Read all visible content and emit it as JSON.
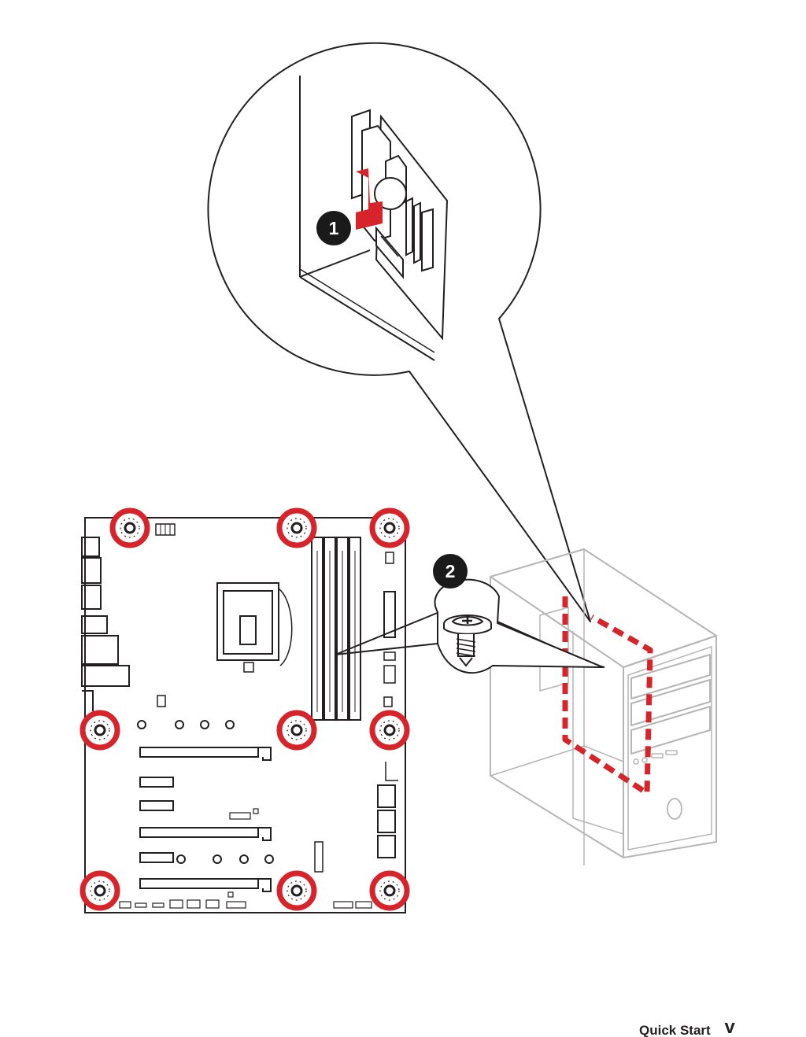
{
  "steps": [
    {
      "number": "1"
    },
    {
      "number": "2"
    }
  ],
  "footer": {
    "section": "Quick Start",
    "page": "V"
  },
  "colors": {
    "standoff_ring": "#d7232a",
    "dashed_outline": "#d7232a",
    "line_art": "#231f20",
    "case_gray": "#b5b5b5",
    "badge_fill": "#1a1a1a"
  },
  "icons": [
    "io-shield-arrow-icon",
    "screw-icon",
    "standoff-mount-icon"
  ]
}
